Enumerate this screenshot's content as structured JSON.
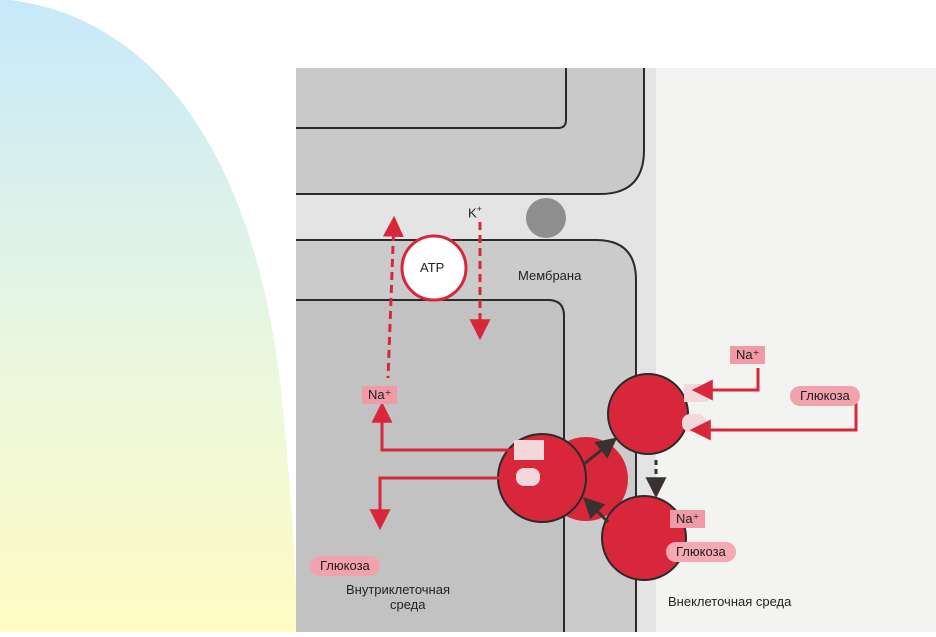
{
  "labels": {
    "atp": "ATP",
    "k_ion": "K",
    "k_sup": "+",
    "membrane": "Мембрана",
    "na_left": "Na⁺",
    "na_top": "Na⁺",
    "na_bottom": "Na⁺",
    "glucose_left": "Глюкоза",
    "glucose_right": "Глюкоза",
    "glucose_bottom": "Глюкоза",
    "intracellular_line1": "Внутриклеточная",
    "intracellular_line2": "среда",
    "extracellular": "Внеклеточная среда"
  },
  "colors": {
    "accent_red": "#d8273a",
    "pill_pink": "#f2a2ad",
    "cell_gray": "#c9c9c9",
    "background_gradient_top": "#c7e9fb",
    "background_gradient_bottom": "#fffcc4"
  }
}
